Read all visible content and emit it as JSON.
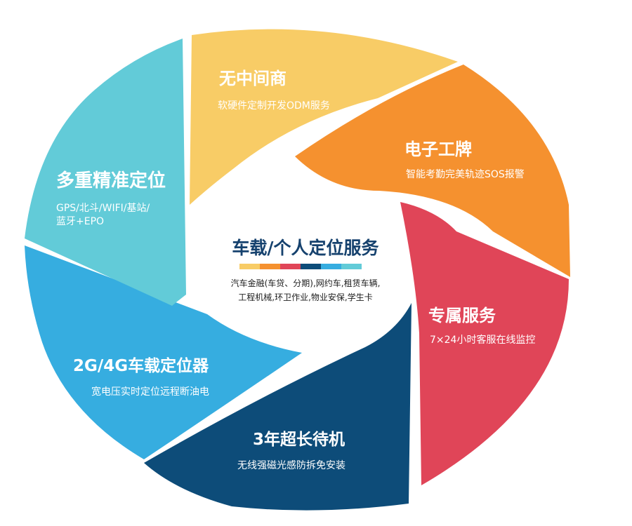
{
  "colors": {
    "yellow": "#F8CC66",
    "orange": "#F5912F",
    "red": "#E04558",
    "navy": "#0D4C79",
    "blue": "#36ADE0",
    "teal": "#62CBD8",
    "center_title": "#16426E"
  },
  "center": {
    "title": "车载/个人定位服务",
    "line1": "汽车金融(车贷、分期),网约车,租赁车辆,",
    "line2": "工程机械,环卫作业,物业安保,学生卡"
  },
  "segments": {
    "yellow": {
      "title": "无中间商",
      "subtitle": "软硬件定制开发ODM服务"
    },
    "orange": {
      "title": "电子工牌",
      "subtitle": "智能考勤完美轨迹SOS报警"
    },
    "red": {
      "title": "专属服务",
      "subtitle": "7×24小时客服在线监控"
    },
    "navy": {
      "title": "3年超长待机",
      "subtitle": "无线强磁光感防拆免安装"
    },
    "blue": {
      "title": "2G/4G车载定位器",
      "subtitle": "宽电压实时定位远程断油电"
    },
    "teal": {
      "title": "多重精准定位",
      "subtitle_line1": "GPS/北斗/WIFI/基站/",
      "subtitle_line2": "蓝牙+EPO"
    }
  }
}
